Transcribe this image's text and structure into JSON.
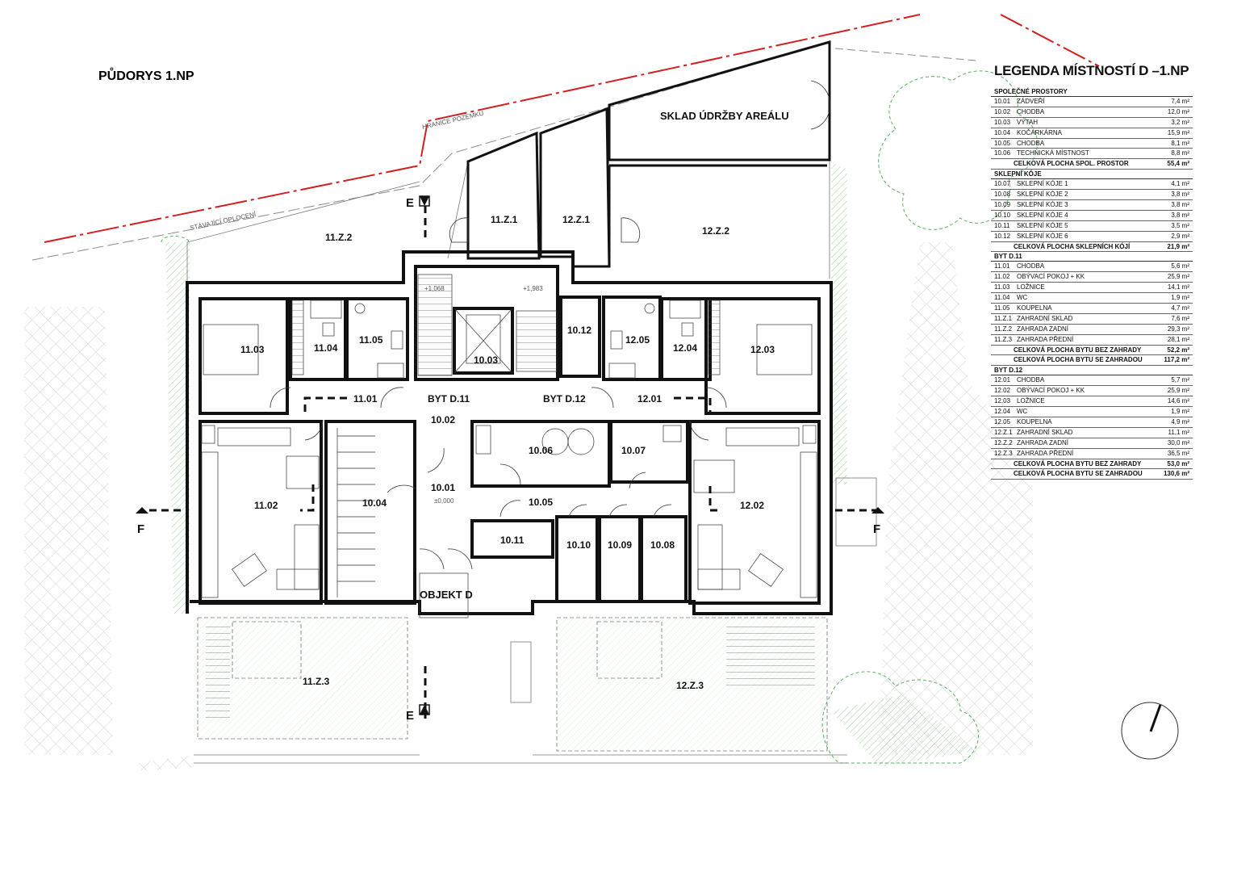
{
  "drawing_title": "PŮDORYS 1.NP",
  "annotations": {
    "plot_boundary": "HRANICE POZEMKU",
    "existing_fence": "STÁVAJÍCÍ OPLOCENÍ",
    "building": "OBJEKT D",
    "maintenance_store": "SKLAD ÚDRŽBY AREÁLU",
    "apt_d11": "BYT D.11",
    "apt_d12": "BYT D.12",
    "level_a": "+1,068",
    "level_b": "+1,983",
    "level_c": "±0,000"
  },
  "section_markers": {
    "e": "E",
    "f": "F"
  },
  "rooms": {
    "r11z2": "11.Z.2",
    "r11z1": "11.Z.1",
    "r12z1": "12.Z.1",
    "r12z2": "12.Z.2",
    "r1103": "11.03",
    "r1104": "11.04",
    "r1105": "11.05",
    "r1003": "10.03",
    "r1012": "10.12",
    "r1205": "12.05",
    "r1204": "12.04",
    "r1203": "12.03",
    "r1101": "11.01",
    "r1002": "10.02",
    "r1201": "12.01",
    "r1006": "10.06",
    "r1007": "10.07",
    "r1102": "11.02",
    "r1004": "10.04",
    "r1001": "10.01",
    "r1005": "10.05",
    "r1202": "12.02",
    "r1011": "10.11",
    "r1010": "10.10",
    "r1009": "10.09",
    "r1008": "10.08",
    "r11z3": "11.Z.3",
    "r12z3": "12.Z.3"
  },
  "legend": {
    "title": "LEGENDA MÍSTNOSTÍ D –1.NP",
    "groups": [
      {
        "heading": "SPOLEČNÉ PROSTORY",
        "rows": [
          {
            "code": "10.01",
            "name": "ZÁDVEŘÍ",
            "area": "7,4 m²"
          },
          {
            "code": "10.02",
            "name": "CHODBA",
            "area": "12,0 m²"
          },
          {
            "code": "10.03",
            "name": "VÝTAH",
            "area": "3,2 m²"
          },
          {
            "code": "10.04",
            "name": "KOČÁRKÁRNA",
            "area": "15,9 m²"
          },
          {
            "code": "10.05",
            "name": "CHODBA",
            "area": "8,1 m²"
          },
          {
            "code": "10.06",
            "name": "TECHNICKÁ MÍSTNOST",
            "area": "8,8 m²"
          }
        ],
        "totals": [
          {
            "name": "CELKOVÁ PLOCHA SPOL. PROSTOR",
            "area": "55,4 m²"
          }
        ]
      },
      {
        "heading": "SKLEPNÍ KÓJE",
        "rows": [
          {
            "code": "10.07",
            "name": "SKLEPNÍ KÓJE 1",
            "area": "4,1 m²"
          },
          {
            "code": "10.08",
            "name": "SKLEPNÍ KÓJE 2",
            "area": "3,8 m²"
          },
          {
            "code": "10.09",
            "name": "SKLEPNÍ KÓJE 3",
            "area": "3,8 m²"
          },
          {
            "code": "10.10",
            "name": "SKLEPNÍ KÓJE 4",
            "area": "3,8 m²"
          },
          {
            "code": "10.11",
            "name": "SKLEPNÍ KÓJE 5",
            "area": "3,5 m²"
          },
          {
            "code": "10.12",
            "name": "SKLEPNÍ KÓJE 6",
            "area": "2,9 m²"
          }
        ],
        "totals": [
          {
            "name": "CELKOVÁ PLOCHA SKLEPNÍCH KÓJÍ",
            "area": "21,9 m²"
          }
        ]
      },
      {
        "heading": "BYT D.11",
        "rows": [
          {
            "code": "11.01",
            "name": "CHODBA",
            "area": "5,6 m²"
          },
          {
            "code": "11.02",
            "name": "OBÝVACÍ POKOJ + KK",
            "area": "25,9 m²"
          },
          {
            "code": "11.03",
            "name": "LOŽNICE",
            "area": "14,1 m²"
          },
          {
            "code": "11.04",
            "name": "WC",
            "area": "1,9 m²"
          },
          {
            "code": "11.05",
            "name": "KOUPELNA",
            "area": "4,7 m²"
          },
          {
            "code": "11.Z.1",
            "name": "ZAHRADNÍ SKLAD",
            "area": "7,6 m²"
          },
          {
            "code": "11.Z.2",
            "name": "ZAHRADA ZADNÍ",
            "area": "29,3 m²"
          },
          {
            "code": "11.Z.3",
            "name": "ZAHRADA PŘEDNÍ",
            "area": "28,1 m²"
          }
        ],
        "totals": [
          {
            "name": "CELKOVÁ PLOCHA BYTU BEZ ZAHRADY",
            "area": "52,2 m²"
          },
          {
            "name": "CELKOVÁ PLOCHA BYTU SE ZAHRADOU",
            "area": "117,2 m²"
          }
        ]
      },
      {
        "heading": "BYT D.12",
        "rows": [
          {
            "code": "12.01",
            "name": "CHODBA",
            "area": "5,7 m²"
          },
          {
            "code": "12.02",
            "name": "OBÝVACÍ POKOJ + KK",
            "area": "25,9 m²"
          },
          {
            "code": "12.03",
            "name": "LOŽNICE",
            "area": "14,6 m²"
          },
          {
            "code": "12.04",
            "name": "WC",
            "area": "1,9 m²"
          },
          {
            "code": "12.05",
            "name": "KOUPELNA",
            "area": "4,9 m²"
          },
          {
            "code": "12.Z.1",
            "name": "ZAHRADNÍ SKLAD",
            "area": "11,1 m²"
          },
          {
            "code": "12.Z.2",
            "name": "ZAHRADA ZADNÍ",
            "area": "30,0 m²"
          },
          {
            "code": "12.Z.3",
            "name": "ZAHRADA PŘEDNÍ",
            "area": "36,5 m²"
          }
        ],
        "totals": [
          {
            "name": "CELKOVÁ PLOCHA BYTU BEZ ZAHRADY",
            "area": "53,0 m²"
          },
          {
            "name": "CELKOVÁ PLOCHA BYTU SE ZAHRADOU",
            "area": "130,6 m²"
          }
        ]
      }
    ]
  },
  "colors": {
    "boundary": "#d21f1f",
    "vegetation": "#4caf50",
    "hatch": "#bdbdbd",
    "wall": "#111111"
  }
}
